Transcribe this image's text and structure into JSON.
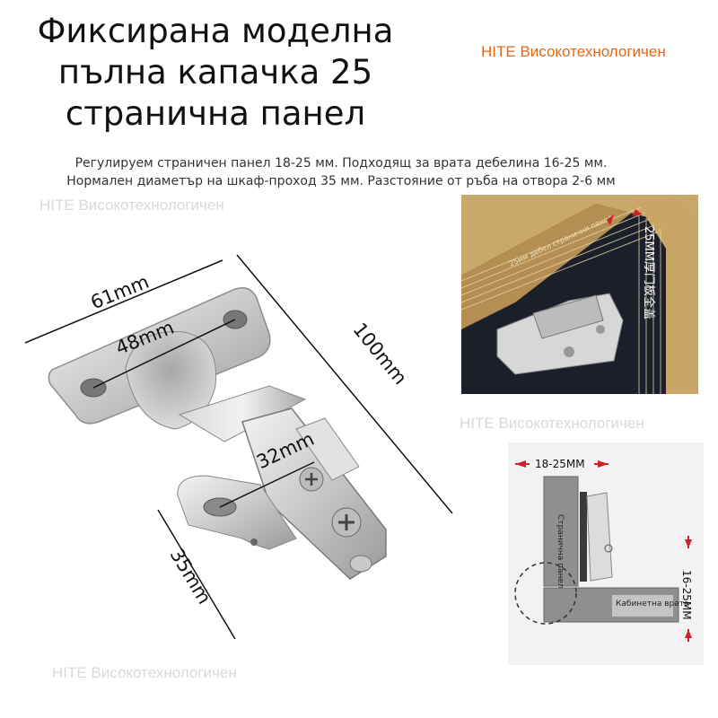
{
  "title_lines": [
    "Фиксирана моделна",
    "пълна капачка 25",
    "странична панел"
  ],
  "brand": "HITE Високотехнологичен",
  "description_lines": [
    "Регулируем страничен панел 18-25 мм. Подходящ за врата дебелина 16-25 мм.",
    "Нормален диаметър на шкаф-проход 35 мм. Разстояние от ръба на отвора 2-6 мм"
  ],
  "hinge_dims": {
    "width": "61mm",
    "hole_spacing": "48mm",
    "height": "100mm",
    "cup_offset": "32mm",
    "cup_diameter": "35mm"
  },
  "photo_labels": {
    "overlay": "25MM厚门板全盖",
    "panel_note": "25мм дебел странични панел"
  },
  "diagram_labels": {
    "side_panel_range": "18-25MM",
    "door_range": "16-25MM",
    "side_panel": "Странична панел",
    "cabinet_door": "Кабинетна врата"
  },
  "colors": {
    "brand": "#e0691a",
    "arrow": "#d0202a"
  }
}
